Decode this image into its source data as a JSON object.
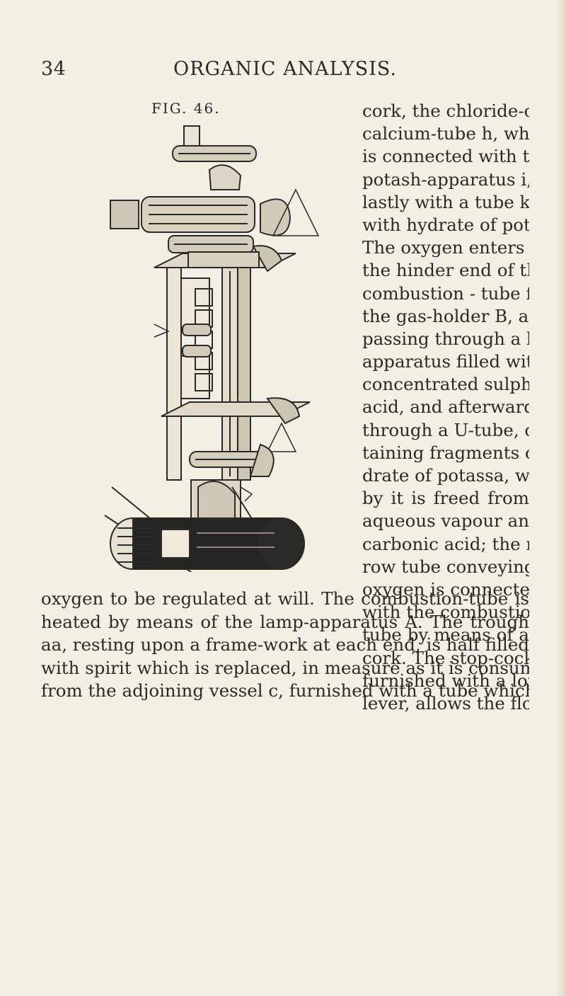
{
  "header": {
    "page_number": "34",
    "running_title": "ORGANIC ANALYSIS."
  },
  "figure": {
    "label": "FIG. 46."
  },
  "column_lines": [
    "cork, the chloride-of-",
    "calcium-tube h, which",
    "is connected with the",
    "potash-apparatus i, and",
    "lastly with a tube k, filled",
    "with hydrate of potassa.",
    "The oxygen enters into",
    "the hinder end of the",
    "combustion - tube from",
    "the gas-holder B, after",
    "passing through a bulb-",
    "apparatus filled with",
    "concentrated sulphuric",
    "acid, and afterwards",
    "through a U-tube, con-",
    "taining fragments of hy-",
    "drate of potassa, where-",
    "by it is freed from",
    "aqueous vapour and",
    "carbonic acid; the nar-",
    "row tube conveying the",
    "oxygen is connected",
    "with the combustion-",
    "tube by means of a",
    "cork. The stop-cock e,",
    "furnished with a long",
    "lever, allows the flow of"
  ],
  "full_lines": [
    "oxygen to be regulated at will. The combustion-tube is",
    "heated by means of the lamp-apparatus A. The trough",
    "aa, resting upon a frame-work at each end, is half filled",
    "with spirit which is replaced, in measure as it is consumed,",
    "from the adjoining vessel c, furnished with a tube which"
  ]
}
